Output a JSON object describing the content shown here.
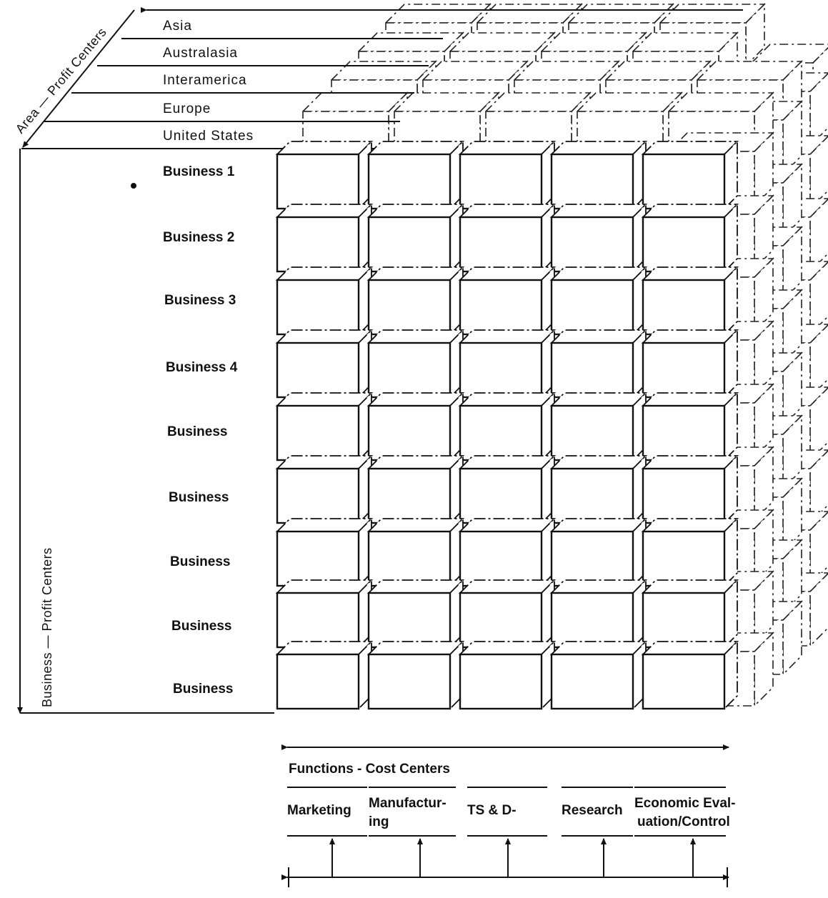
{
  "axes": {
    "area_label": "Area — Profit Centers",
    "business_label": "Business — Profit Centers",
    "functions_label": "Functions - Cost Centers"
  },
  "areas": [
    "Asia",
    "Australasia",
    "Interamerica",
    "Europe",
    "United States"
  ],
  "businesses": [
    "Business 1",
    "Business 2",
    "Business 3",
    "Business 4",
    "Business",
    "Business",
    "Business",
    "Business",
    "Business"
  ],
  "functions": [
    {
      "line1": "Marketing",
      "line2": ""
    },
    {
      "line1": "Manufactur-",
      "line2": "ing"
    },
    {
      "line1": "TS & D-",
      "line2": ""
    },
    {
      "line1": "Research",
      "line2": ""
    },
    {
      "line1": "Economic Eval-",
      "line2": "uation/Control"
    }
  ],
  "colors": {
    "ink": "#111111",
    "paper": "#ffffff"
  }
}
